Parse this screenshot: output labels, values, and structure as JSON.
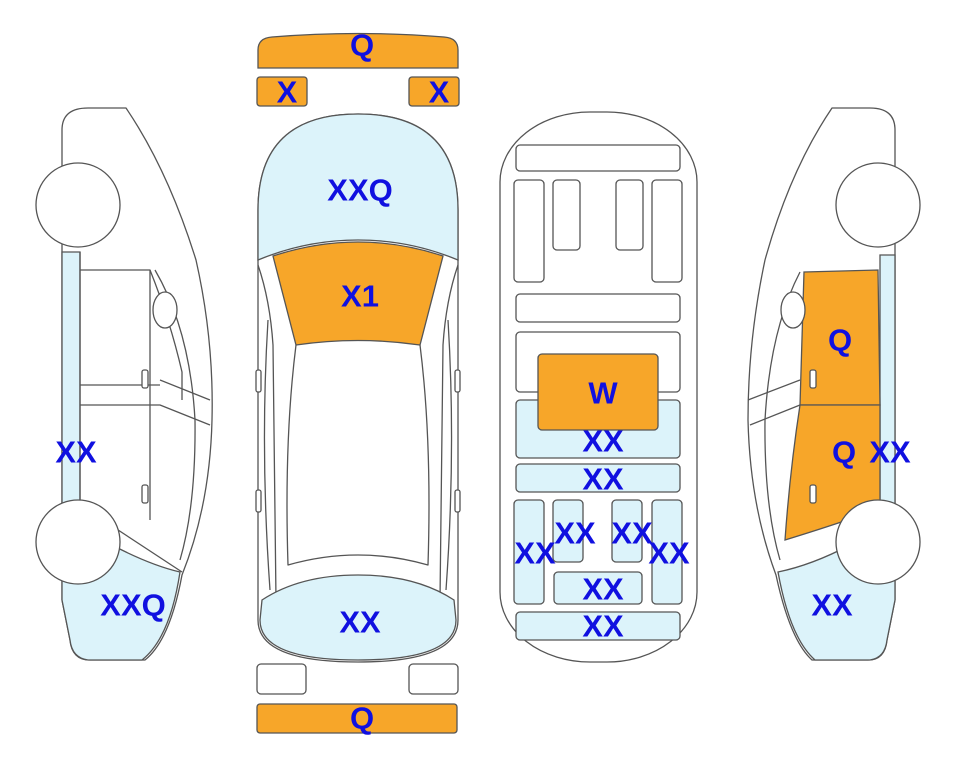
{
  "colors": {
    "damage_major": "#F7A629",
    "damage_minor": "#DCF3FA",
    "label_text": "#1010E0",
    "outline": "#555555"
  },
  "panels": {
    "front_bumper": "Q",
    "headlight_left": "X",
    "headlight_right": "X",
    "hood": "XXQ",
    "windshield": "X1",
    "roof_rear": "XX",
    "rear_bumper": "Q",
    "floor_cargo": "W",
    "floor_row_1": "XX",
    "floor_row_2": "XX",
    "floor_seat_left_outer": "XX",
    "floor_seat_left_inner": "XX",
    "floor_seat_right_inner": "XX",
    "floor_seat_right_outer": "XX",
    "floor_row_3": "XX",
    "floor_row_4": "XX",
    "left_side": "XX",
    "left_rear_quarter": "XXQ",
    "right_front_door": "Q",
    "right_rear_door": "Q",
    "right_rocker": "XX",
    "right_rear_quarter": "XX"
  }
}
